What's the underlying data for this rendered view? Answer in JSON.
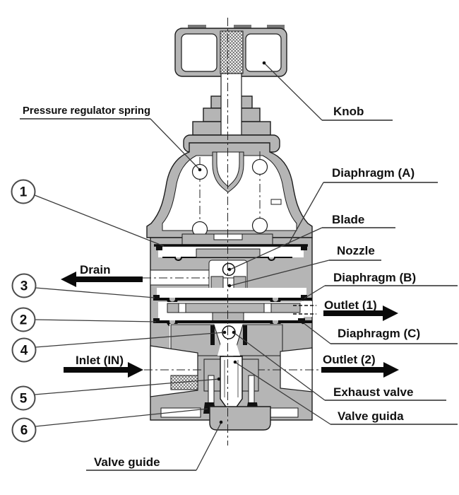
{
  "colors": {
    "background": "#ffffff",
    "metal_gray": "#b5b5b5",
    "line_black": "#1c1c1c",
    "text": "#111111"
  },
  "labels": {
    "pressure_regulator_spring": "Pressure regulator spring",
    "knob": "Knob",
    "diaphragm_a": "Diaphragm (A)",
    "blade": "Blade",
    "nozzle": "Nozzle",
    "diaphragm_b": "Diaphragm (B)",
    "outlet_1": "Outlet (1)",
    "diaphragm_c": "Diaphragm (C)",
    "outlet_2": "Outlet (2)",
    "exhaust_valve": "Exhaust valve",
    "valve_guida": "Valve guida",
    "valve_guide": "Valve guide",
    "drain": "Drain",
    "inlet": "Inlet (IN)"
  },
  "callouts": [
    "1",
    "2",
    "3",
    "4",
    "5",
    "6"
  ],
  "arrows": {
    "drain_direction": "left",
    "inlet_direction": "right",
    "outlet_1_direction": "right",
    "outlet_2_direction": "right"
  }
}
